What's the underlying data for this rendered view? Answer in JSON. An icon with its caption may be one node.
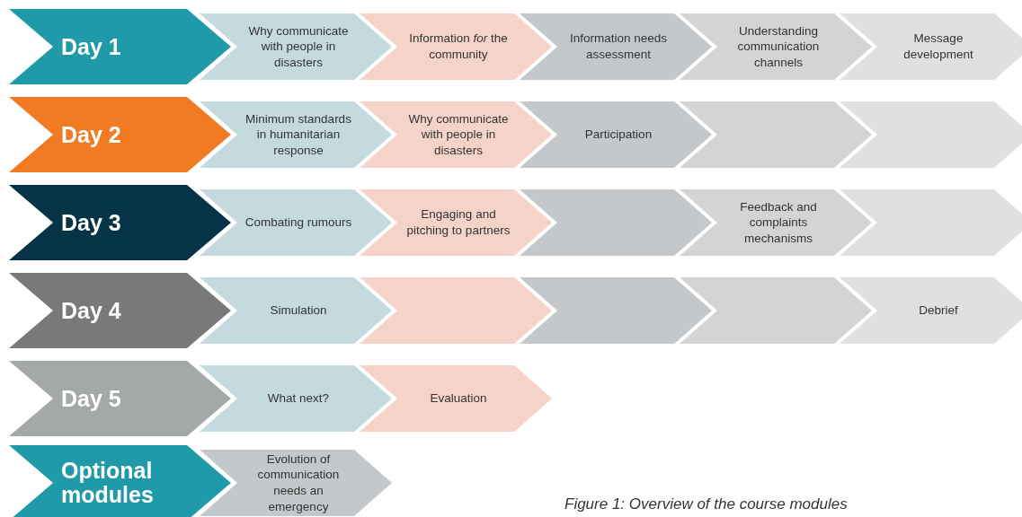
{
  "diagram": {
    "caption": "Figure 1:  Overview of the course modules",
    "nodes": [
      {
        "text": [
          "Day 1"
        ]
      },
      {
        "text": [
          "Why communicate with people in disasters"
        ]
      },
      {
        "text": [
          "Information *for* the community"
        ]
      },
      {
        "text": [
          "Information needs assessment"
        ]
      },
      {
        "text": [
          "Understanding communication channels"
        ]
      },
      {
        "text": [
          "Message development"
        ]
      },
      {
        "text": [
          "Day 2"
        ]
      },
      {
        "text": [
          "Minimum standards in humanitarian response"
        ]
      },
      {
        "text": [
          "Why communicate with people in disasters"
        ]
      },
      {
        "text": [
          "Participation"
        ]
      },
      {
        "text": [],
        "shape": "chevron"
      },
      {
        "text": [],
        "shape": "chevron"
      },
      {
        "text": [
          "Day 3"
        ]
      },
      {
        "text": [
          "Combating rumours"
        ]
      },
      {
        "text": [
          "Engaging and pitching to partners"
        ]
      },
      {
        "text": [],
        "shape": "chevron"
      },
      {
        "text": [
          "Feedback and complaints mechanisms"
        ]
      },
      {
        "text": [],
        "shape": "chevron"
      },
      {
        "text": [
          "Day 4"
        ]
      },
      {
        "text": [
          "Simulation"
        ]
      },
      {
        "text": [],
        "shape": "chevron"
      },
      {
        "text": [],
        "shape": "chevron"
      },
      {
        "text": [],
        "shape": "chevron"
      },
      {
        "text": [
          "Debrief"
        ]
      },
      {
        "text": [
          "Day 5"
        ]
      },
      {
        "text": [
          "What next?"
        ]
      },
      {
        "text": [
          "Evaluation"
        ]
      },
      {
        "text": [
          "Optional modules"
        ]
      },
      {
        "text": [
          "Evolution of communication needs an emergency"
        ]
      }
    ]
  }
}
